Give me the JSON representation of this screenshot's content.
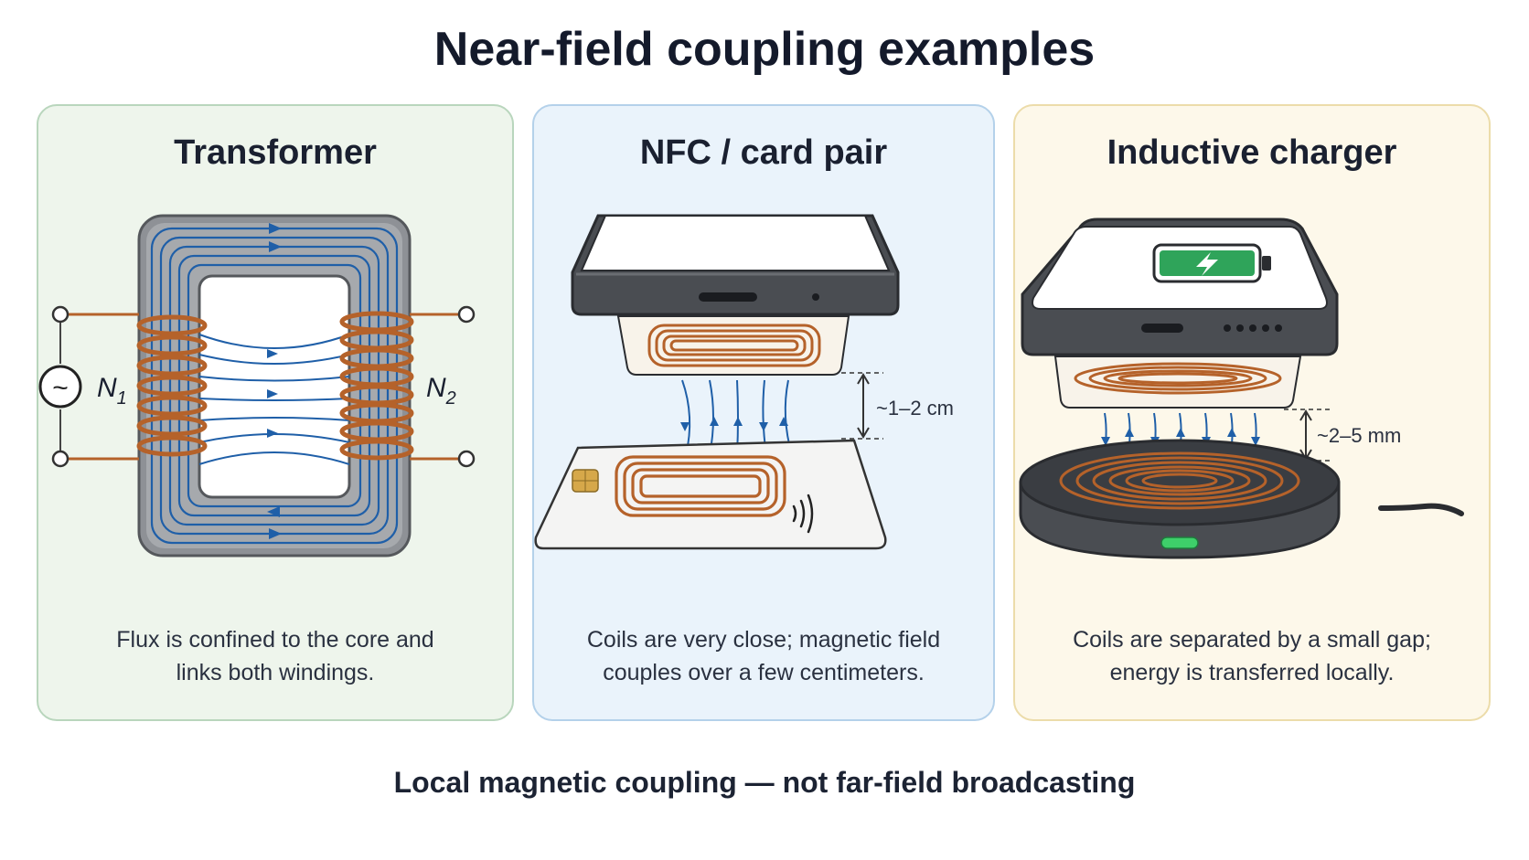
{
  "title": "Near-field coupling examples",
  "panels": [
    {
      "title": "Transformer",
      "caption_line1": "Flux is confined to the core and",
      "caption_line2": "links both windings.",
      "primary_label": "N",
      "primary_sub": "1",
      "secondary_label": "N",
      "secondary_sub": "2",
      "source_symbol": "~"
    },
    {
      "title": "NFC / card pair",
      "caption_line1": "Coils are very close; magnetic field",
      "caption_line2": "couples over a few centimeters.",
      "gap_label": "~1–2 cm"
    },
    {
      "title": "Inductive charger",
      "caption_line1": "Coils are separated by a small gap;",
      "caption_line2": "energy is transferred locally.",
      "gap_label": "~2–5 mm"
    }
  ],
  "footer": "Local magnetic coupling — not far-field broadcasting",
  "colors": {
    "flux": "#1f5fa8",
    "copper": "#b5622a",
    "core": "#8e9196",
    "battery": "#2fa45a",
    "led": "#3ecf6a"
  }
}
